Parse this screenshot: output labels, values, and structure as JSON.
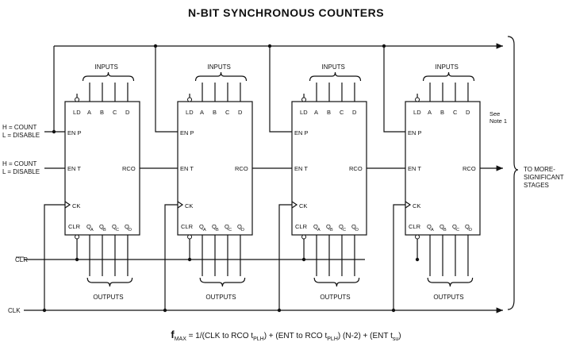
{
  "title": "N-BIT SYNCHRONOUS COUNTERS",
  "signals": {
    "enp_on": "H = COUNT",
    "enp_off": "L = DISABLE",
    "ent_on": "H = COUNT",
    "ent_off": "L = DISABLE",
    "clr": "CLR",
    "clk": "CLK"
  },
  "group_labels": {
    "inputs": "INPUTS",
    "outputs": "OUTPUTS"
  },
  "pins": {
    "ld": "LD",
    "a": "A",
    "b": "B",
    "c": "C",
    "d": "D",
    "enp": "EN P",
    "ent": "EN T",
    "rco": "RCO",
    "ck": "CK",
    "clr": "CLR",
    "q": "Q",
    "qa": "A",
    "qb": "B",
    "qc": "C",
    "qd": "D"
  },
  "note": [
    "See",
    "Note 1"
  ],
  "output_stages": [
    "TO MORE-",
    "SIGNIFICANT",
    "STAGES"
  ],
  "formula": {
    "f": "f",
    "max": "MAX",
    "eq": " = 1/(CLK to RCO t",
    "tplh1": "PLH",
    "mid": ") + (ENT to RCO t",
    "tplh2": "PLH",
    "n": ") (N-2) + (ENT t",
    "tsu": "su",
    "end": ")"
  },
  "counters": [
    {
      "name": "counter-1"
    },
    {
      "name": "counter-2"
    },
    {
      "name": "counter-3"
    },
    {
      "name": "counter-4"
    }
  ]
}
